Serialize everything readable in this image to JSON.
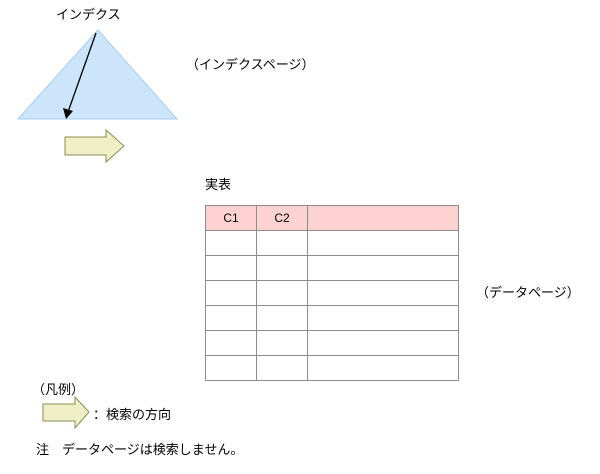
{
  "index_label": "インデクス",
  "index_page_label": "（インデクスページ）",
  "table_title": "実表",
  "table": {
    "columns": [
      "C1",
      "C2",
      ""
    ],
    "row_count": 6
  },
  "data_page_label": "（データページ）",
  "legend": {
    "title": "（凡例）",
    "arrow_desc": "：検索の方向"
  },
  "note": "注　データページは検索しません。",
  "colors": {
    "triangle_fill": "#cce5fb",
    "triangle_stroke": "#a9cdee",
    "arrow_fill": "#f0f0c8",
    "arrow_stroke": "#8c8c50",
    "table_header": "#ffd2d2"
  }
}
